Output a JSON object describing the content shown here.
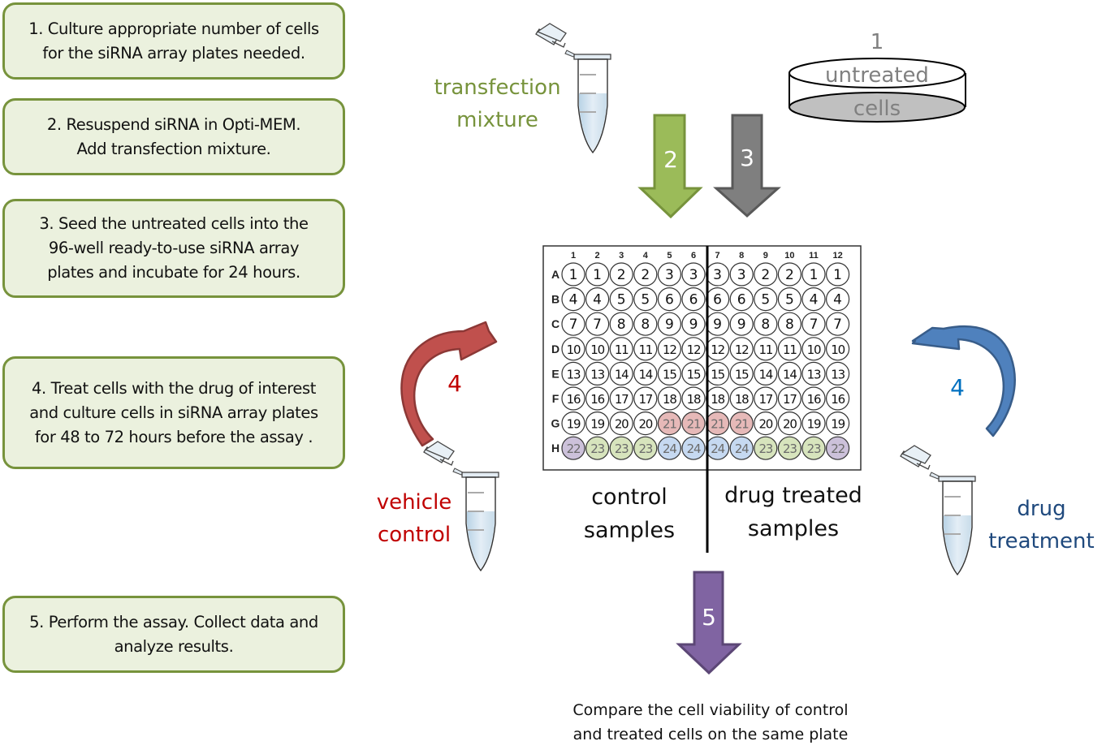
{
  "steps": [
    {
      "text": "1. Culture appropriate number of cells\nfor the siRNA array plates needed."
    },
    {
      "text": "2. Resuspend siRNA in Opti-MEM.\nAdd transfection mixture."
    },
    {
      "text": "3. Seed the untreated cells into the\n96-well ready-to-use siRNA array\nplates and incubate for 24 hours."
    },
    {
      "text": "4. Treat cells with the drug of interest\nand culture cells in siRNA array plates\nfor 48 to 72 hours before the assay ."
    },
    {
      "text": "5. Perform the assay. Collect data and\nanalyze results."
    }
  ],
  "labels": {
    "transfection": "transfection\nmixture",
    "untreated_number": "1",
    "untreated_top": "untreated",
    "untreated_bottom": "cells",
    "vehicle": "vehicle\ncontrol",
    "drug": "drug\ntreatment",
    "control_samples": "control\nsamples",
    "drug_samples": "drug treated\nsamples",
    "compare": "Compare the cell viability of control\nand treated cells on the same plate"
  },
  "arrows": {
    "step2": "2",
    "step3": "3",
    "step4_left": "4",
    "step4_right": "4",
    "step5": "5"
  },
  "colors": {
    "box_fill": "#ebf1de",
    "box_border": "#77933c",
    "green": "#9bbb59",
    "green_dark": "#77933c",
    "gray": "#7f7f7f",
    "gray_dark": "#595959",
    "red": "#c0504d",
    "red_dark": "#8c3836",
    "red_text": "#c00000",
    "blue": "#4f81bd",
    "blue_dark": "#385d8a",
    "blue_text": "#0070c0",
    "drug_text": "#1f497d",
    "purple": "#8064a2",
    "purple_dark": "#5c4776",
    "transfection_text": "#77933c",
    "untreated_text": "#808080"
  },
  "plate": {
    "columns": [
      "1",
      "2",
      "3",
      "4",
      "5",
      "6",
      "7",
      "8",
      "9",
      "10",
      "11",
      "12"
    ],
    "rows": [
      {
        "label": "A",
        "wells": [
          "1",
          "1",
          "2",
          "2",
          "3",
          "3",
          "3",
          "3",
          "2",
          "2",
          "1",
          "1"
        ]
      },
      {
        "label": "B",
        "wells": [
          "4",
          "4",
          "5",
          "5",
          "6",
          "6",
          "6",
          "6",
          "5",
          "5",
          "4",
          "4"
        ]
      },
      {
        "label": "C",
        "wells": [
          "7",
          "7",
          "8",
          "8",
          "9",
          "9",
          "9",
          "9",
          "8",
          "8",
          "7",
          "7"
        ]
      },
      {
        "label": "D",
        "wells": [
          "10",
          "10",
          "11",
          "11",
          "12",
          "12",
          "12",
          "12",
          "11",
          "11",
          "10",
          "10"
        ]
      },
      {
        "label": "E",
        "wells": [
          "13",
          "13",
          "14",
          "14",
          "15",
          "15",
          "15",
          "15",
          "14",
          "14",
          "13",
          "13"
        ]
      },
      {
        "label": "F",
        "wells": [
          "16",
          "16",
          "17",
          "17",
          "18",
          "18",
          "18",
          "18",
          "17",
          "17",
          "16",
          "16"
        ]
      },
      {
        "label": "G",
        "wells": [
          "19",
          "19",
          "20",
          "20",
          "21",
          "21",
          "21",
          "21",
          "20",
          "20",
          "19",
          "19"
        ]
      },
      {
        "label": "H",
        "wells": [
          "22",
          "23",
          "23",
          "23",
          "24",
          "24",
          "24",
          "24",
          "23",
          "23",
          "23",
          "22"
        ]
      }
    ],
    "well_colors": {
      "21": "#e6b9b8",
      "22": "#ccc1da",
      "23": "#d7e4bd",
      "24": "#c6d9f1"
    }
  }
}
